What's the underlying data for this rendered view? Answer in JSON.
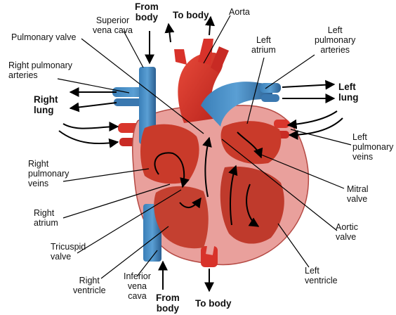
{
  "labels": {
    "superior_vena_cava": [
      "Superior",
      "vena cava"
    ],
    "from_body_top": [
      "From",
      "body"
    ],
    "to_body_top": "To body",
    "aorta": "Aorta",
    "pulmonary_valve": "Pulmonary valve",
    "left_atrium": [
      "Left",
      "atrium"
    ],
    "left_pulmonary_arteries": [
      "Left",
      "pulmonary",
      "arteries"
    ],
    "right_pulmonary_arteries": [
      "Right pulmonary",
      "arteries"
    ],
    "right_lung": [
      "Right",
      "lung"
    ],
    "left_lung": [
      "Left",
      "lung"
    ],
    "left_pulmonary_veins": [
      "Left",
      "pulmonary",
      "veins"
    ],
    "right_pulmonary_veins": [
      "Right",
      "pulmonary",
      "veins"
    ],
    "mitral_valve": [
      "Mitral",
      "valve"
    ],
    "right_atrium": [
      "Right",
      "atrium"
    ],
    "aortic_valve": [
      "Aortic",
      "valve"
    ],
    "tricuspid_valve": [
      "Tricuspid",
      "valve"
    ],
    "left_ventricle": [
      "Left",
      "ventricle"
    ],
    "right_ventricle": [
      "Right",
      "ventricle"
    ],
    "inferior_vena_cava": [
      "Inferior",
      "vena",
      "cava"
    ],
    "from_body_bottom": [
      "From",
      "body"
    ],
    "to_body_bottom": "To body"
  },
  "colors": {
    "oxygenated": "#d92b2b",
    "deoxygenated": "#2f6fa8",
    "muscle": "#e8a0a0",
    "chamber": "#c93a2a"
  }
}
